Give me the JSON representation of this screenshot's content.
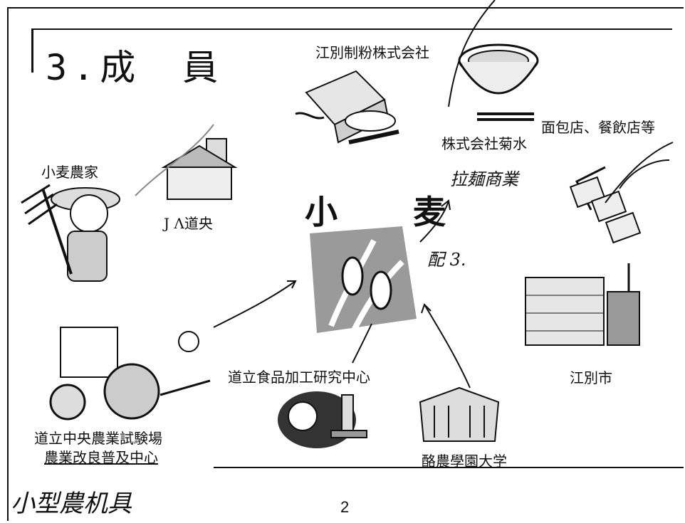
{
  "slide": {
    "title": "3.成　員",
    "center_title": "小　麦",
    "page_number": "2"
  },
  "members": {
    "ebetsu_flour": "江別制粉株式会社",
    "bakery": "面包店、餐飲店等",
    "kikusui": "株式会社菊水",
    "farmer": "小麦農家",
    "ja": "J Λ道央",
    "food_center": "道立食品加工研究中心",
    "agri_station_line1": "道立中央農業試験場",
    "agri_station_line2": "農業改良普及中心",
    "rakuno": "酪農學園大学",
    "ebetsu_city": "江別市"
  },
  "handwriting": {
    "kikusui_note": "拉麺商業",
    "arrow_note": "配 3.",
    "bottom_note": "小型農机具"
  }
}
